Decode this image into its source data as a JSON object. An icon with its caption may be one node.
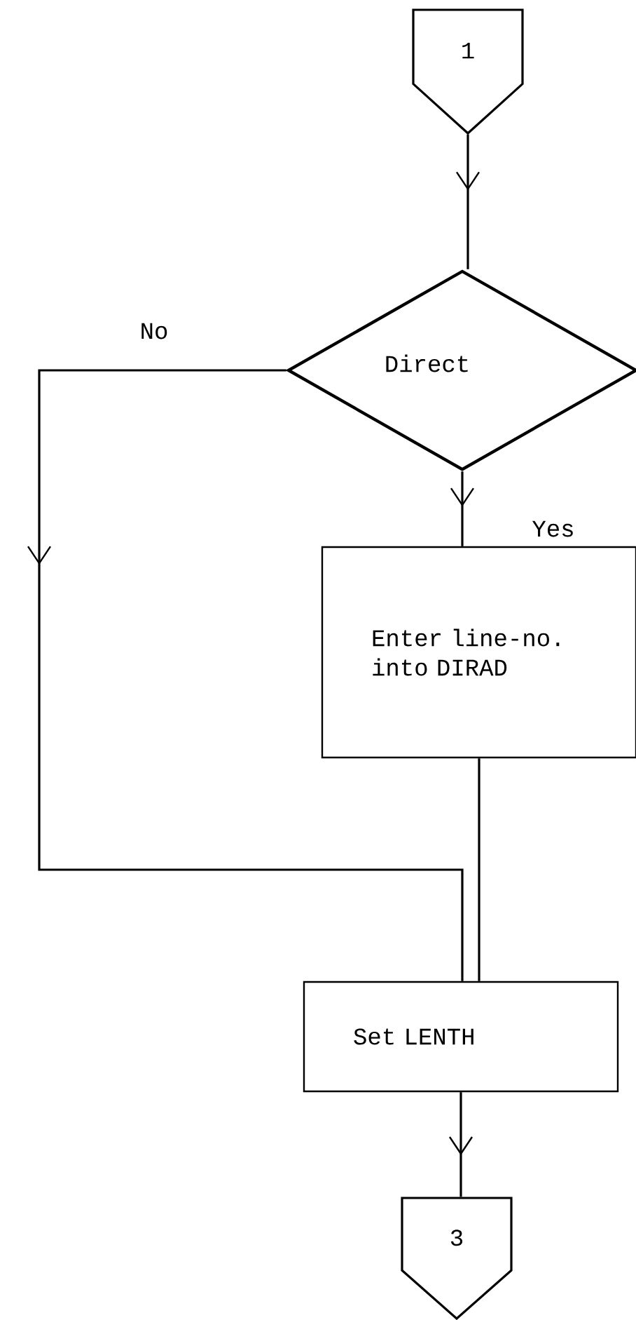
{
  "diagram": {
    "nodes": [
      {
        "text": [
          "1"
        ]
      },
      {
        "text": [
          "Direct"
        ]
      },
      {
        "text": [
          "Enter line-no. into DIRAD"
        ]
      },
      {
        "text": [
          "Set LENTH"
        ]
      },
      {
        "text": [
          "3"
        ]
      }
    ],
    "edges": [
      {
        "from": 0,
        "to": 1,
        "arrow": "to"
      },
      {
        "from": 1,
        "to": 2,
        "arrow": "to",
        "label": "Yes"
      },
      {
        "from": 1,
        "to": 3,
        "arrow": "to",
        "label": "No"
      },
      {
        "from": 2,
        "to": 3,
        "arrow": "none"
      },
      {
        "from": 3,
        "to": 4,
        "arrow": "to"
      }
    ]
  }
}
